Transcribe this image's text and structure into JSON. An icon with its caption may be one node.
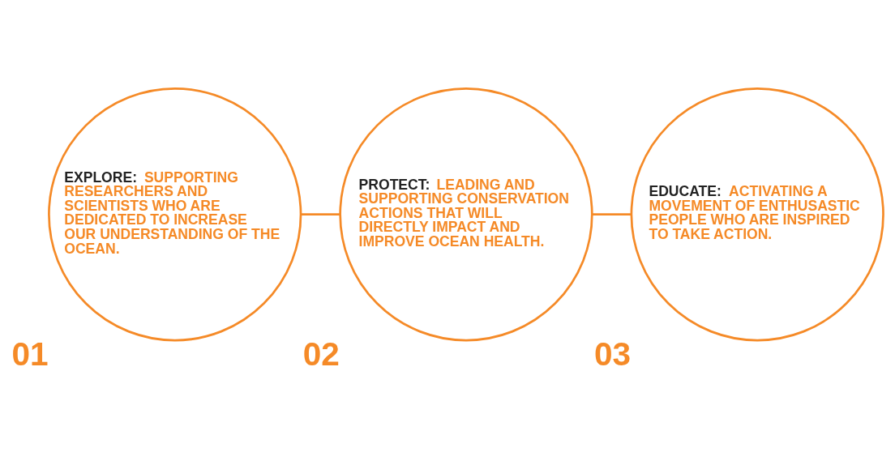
{
  "diagram": {
    "nodes": [
      {
        "text": [
          "EXPLORE:",
          "SUPPORTING RESEARCHERS AND SCIENTISTS WHO ARE DEDICATED TO INCREASE OUR UNDERSTANDING OF THE OCEAN."
        ],
        "beside": [
          "01"
        ]
      },
      {
        "text": [
          "PROTECT:",
          "LEADING AND SUPPORTING CONSERVATION ACTIONS THAT WILL DIRECTLY IMPACT AND IMPROVE OCEAN HEALTH."
        ],
        "beside": [
          "02"
        ]
      },
      {
        "text": [
          "EDUCATE:",
          "ACTIVATING A MOVEMENT OF ENTHUSASTIC PEOPLE WHO ARE INSPIRED TO TAKE ACTION."
        ],
        "beside": [
          "03"
        ]
      }
    ],
    "edges": [
      {
        "from": 0,
        "to": 1,
        "arrow": "none"
      },
      {
        "from": 1,
        "to": 2,
        "arrow": "none"
      }
    ]
  }
}
